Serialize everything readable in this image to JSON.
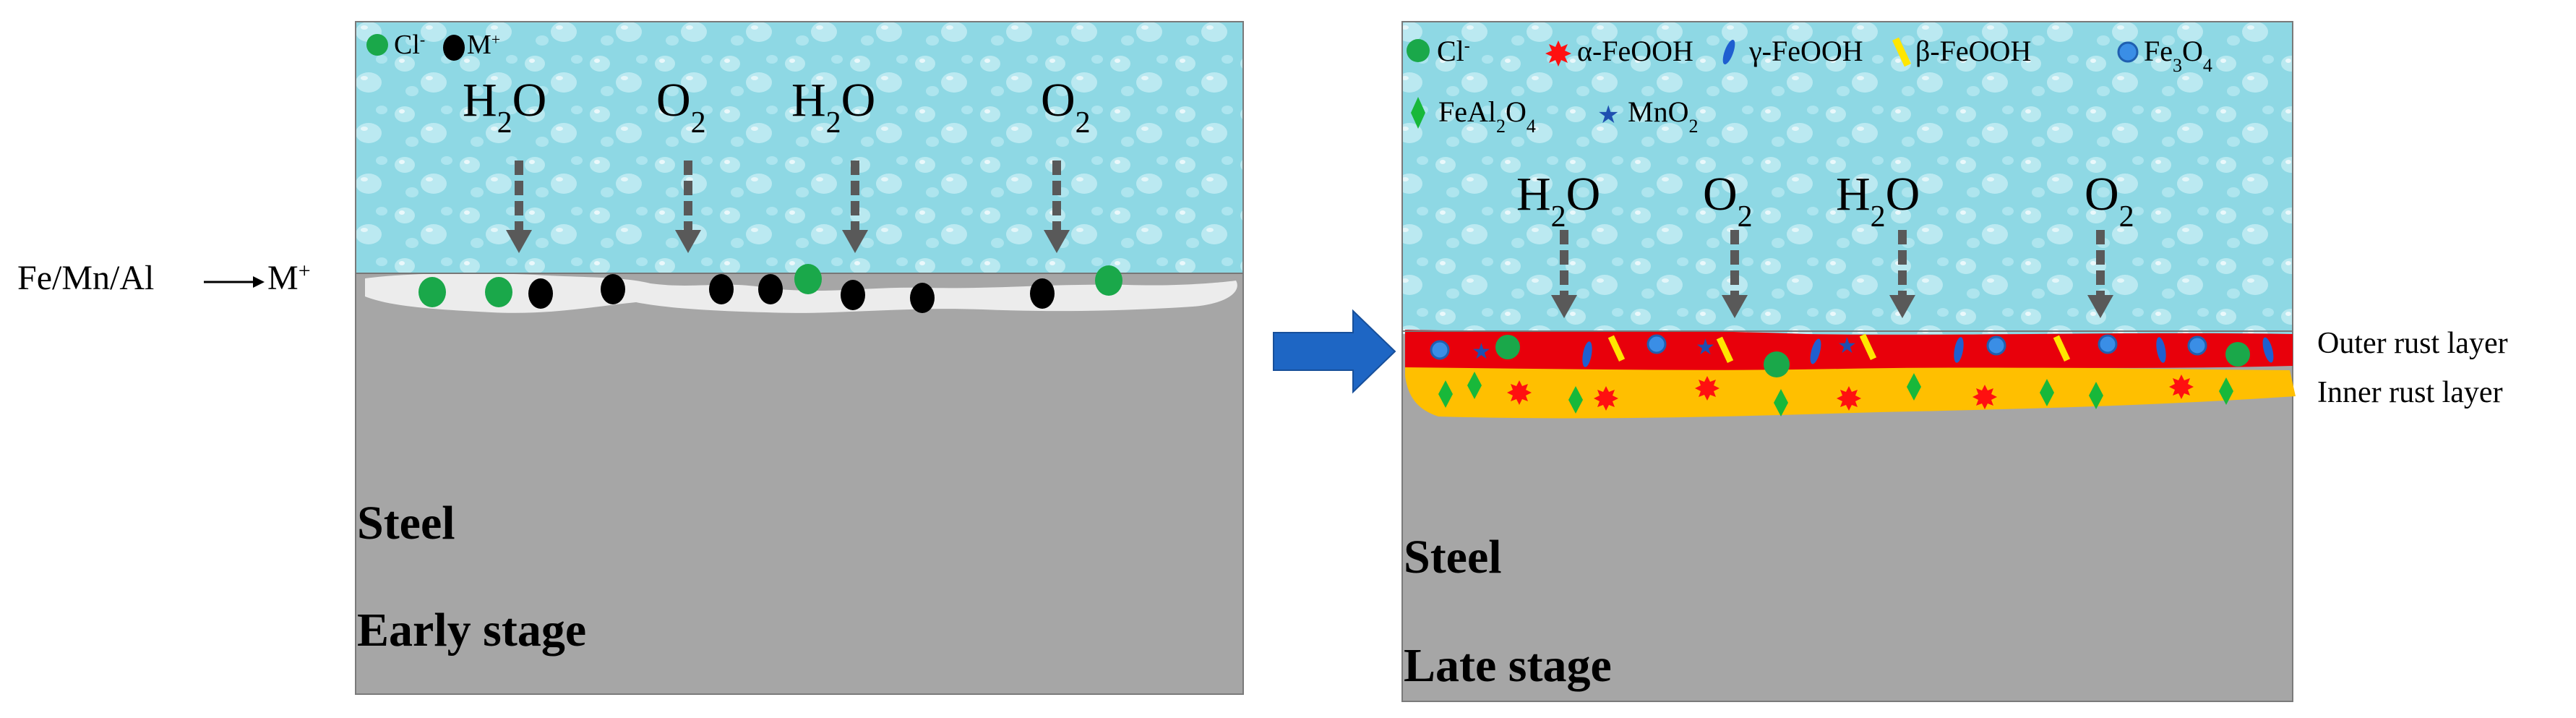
{
  "left_panel": {
    "legend": [
      {
        "symbol": "green-dot",
        "label": "Cl",
        "sup": "-"
      },
      {
        "symbol": "black-dot",
        "label": "M",
        "sup": "+"
      }
    ],
    "arrow_labels": [
      {
        "main": "H",
        "sub": "2",
        "tail": "O"
      },
      {
        "main": "O",
        "sub": "2",
        "tail": ""
      },
      {
        "main": "H",
        "sub": "2",
        "tail": "O"
      },
      {
        "main": "O",
        "sub": "2",
        "tail": ""
      }
    ],
    "side_reaction": {
      "reactant": "Fe/Mn/Al",
      "product": "M",
      "sup": "+"
    },
    "substrate_label": "Steel",
    "stage_label": "Early stage"
  },
  "right_panel": {
    "legend_row1": [
      {
        "symbol": "green-dot",
        "label": "Cl",
        "sup": "-"
      },
      {
        "symbol": "red-star",
        "label": "α-FeOOH"
      },
      {
        "symbol": "blue-rod",
        "label": "γ-FeOOH"
      },
      {
        "symbol": "yellow-rod",
        "label": "β-FeOOH"
      },
      {
        "symbol": "blue-dot",
        "label": "Fe",
        "sub": "3",
        "tail": "O",
        "sub2": "4"
      }
    ],
    "legend_row2": [
      {
        "symbol": "green-diamond",
        "label": "FeAl",
        "sub": "2",
        "tail": "O",
        "sub2": "4"
      },
      {
        "symbol": "blue-star",
        "label": "MnO",
        "sub": "2"
      }
    ],
    "arrow_labels": [
      {
        "main": "H",
        "sub": "2",
        "tail": "O"
      },
      {
        "main": "O",
        "sub": "2",
        "tail": ""
      },
      {
        "main": "H",
        "sub": "2",
        "tail": "O"
      },
      {
        "main": "O",
        "sub": "2",
        "tail": ""
      }
    ],
    "outer_layer_label": "Outer rust layer",
    "inner_layer_label": "Inner rust layer",
    "substrate_label": "Steel",
    "stage_label": "Late stage"
  },
  "colors": {
    "water": "#8ed8e4",
    "water_light": "#c7eef4",
    "steel": "#a6a6a6",
    "chloride": "#1aa84a",
    "cation": "#000000",
    "outer_rust": "#e8000b",
    "inner_rust": "#ffbf00",
    "alpha_feooh": "#ff1010",
    "gamma_feooh": "#1f5fd0",
    "beta_feooh": "#ffe600",
    "fe3o4": "#3a8ee6",
    "feal2o4": "#18b83a",
    "mno2": "#1f4fb0",
    "transition_arrow": "#1e66c4",
    "arrow_gray": "#595959"
  }
}
